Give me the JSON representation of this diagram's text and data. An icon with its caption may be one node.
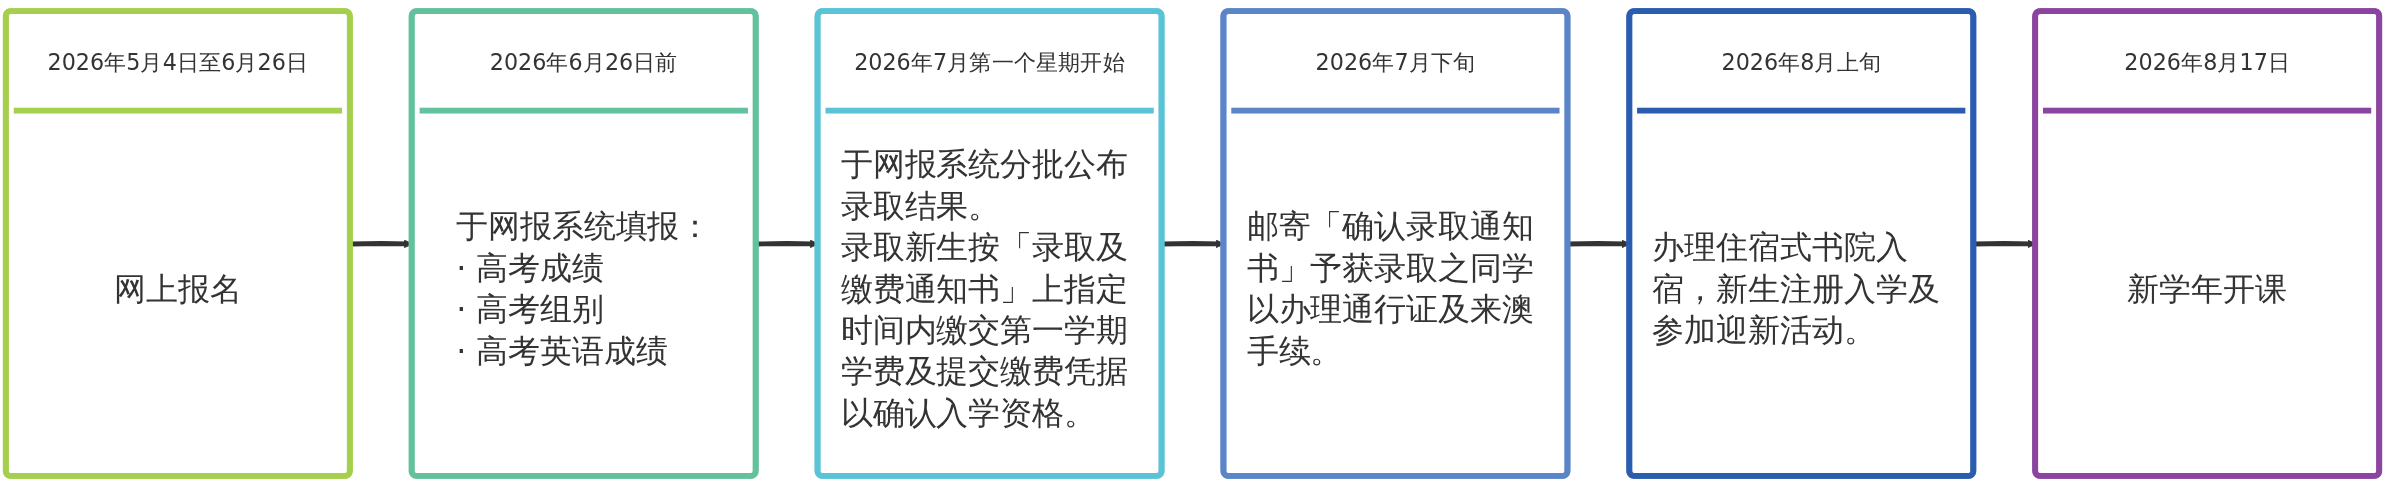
{
  "diagram": {
    "nodes": [
      {
        "text": [
          "2026年5月4日至6月26日",
          "网上报名"
        ]
      },
      {
        "text": [
          "2026年6月26日前",
          "于网报系统填报：",
          "· 高考成绩",
          "· 高考组别",
          "· 高考英语成绩"
        ]
      },
      {
        "text": [
          "2026年7月第一个星期开始",
          "于网报系统分批公布录取结果。",
          "录取新生按「录取及缴费通知书」上指定时间内缴交第一学期学费及提交缴费凭据以确认入学资格。"
        ]
      },
      {
        "text": [
          "2026年7月下旬",
          "邮寄「确认录取通知书」予获录取之同学以办理通行证及来澳手续。"
        ]
      },
      {
        "text": [
          "2026年8月上旬",
          "办理住宿式书院入宿，新生注册入学及参加迎新活动。"
        ]
      },
      {
        "text": [
          "2026年8月17日",
          "新学年开课"
        ]
      }
    ],
    "edges": [
      {
        "from": 0,
        "to": 1,
        "arrow": "to"
      },
      {
        "from": 1,
        "to": 2,
        "arrow": "to"
      },
      {
        "from": 2,
        "to": 3,
        "arrow": "to"
      },
      {
        "from": 3,
        "to": 4,
        "arrow": "to"
      },
      {
        "from": 4,
        "to": 5,
        "arrow": "to"
      }
    ]
  }
}
